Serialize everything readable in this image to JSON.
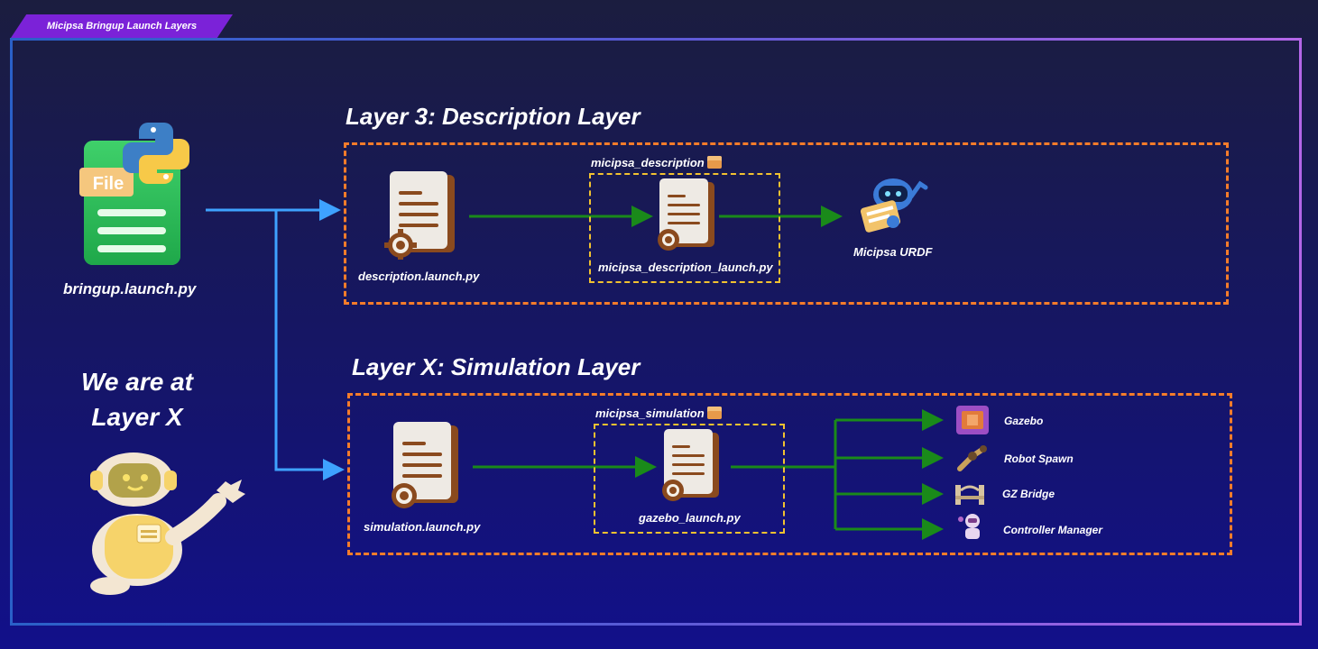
{
  "banner": {
    "title": "Micipsa Bringup Launch Layers"
  },
  "entry": {
    "file_badge": "File",
    "filename": "bringup.launch.py"
  },
  "status": {
    "line1": "We are at",
    "line2": "Layer X"
  },
  "layer3": {
    "title": "Layer 3: Description Layer",
    "launch_file": "description.launch.py",
    "package": "micipsa_description",
    "package_launch": "micipsa_description_launch.py",
    "output": "Micipsa URDF"
  },
  "layerx": {
    "title": "Layer X: Simulation Layer",
    "launch_file": "simulation.launch.py",
    "package": "micipsa_simulation",
    "package_launch": "gazebo_launch.py",
    "outputs": [
      "Gazebo",
      "Robot Spawn",
      "GZ Bridge",
      "Controller Manager"
    ]
  },
  "colors": {
    "accent_orange": "#f57c2a",
    "package_yellow": "#f2c230",
    "flow_green": "#1a8a1a",
    "branch_blue": "#3ea2ff"
  }
}
